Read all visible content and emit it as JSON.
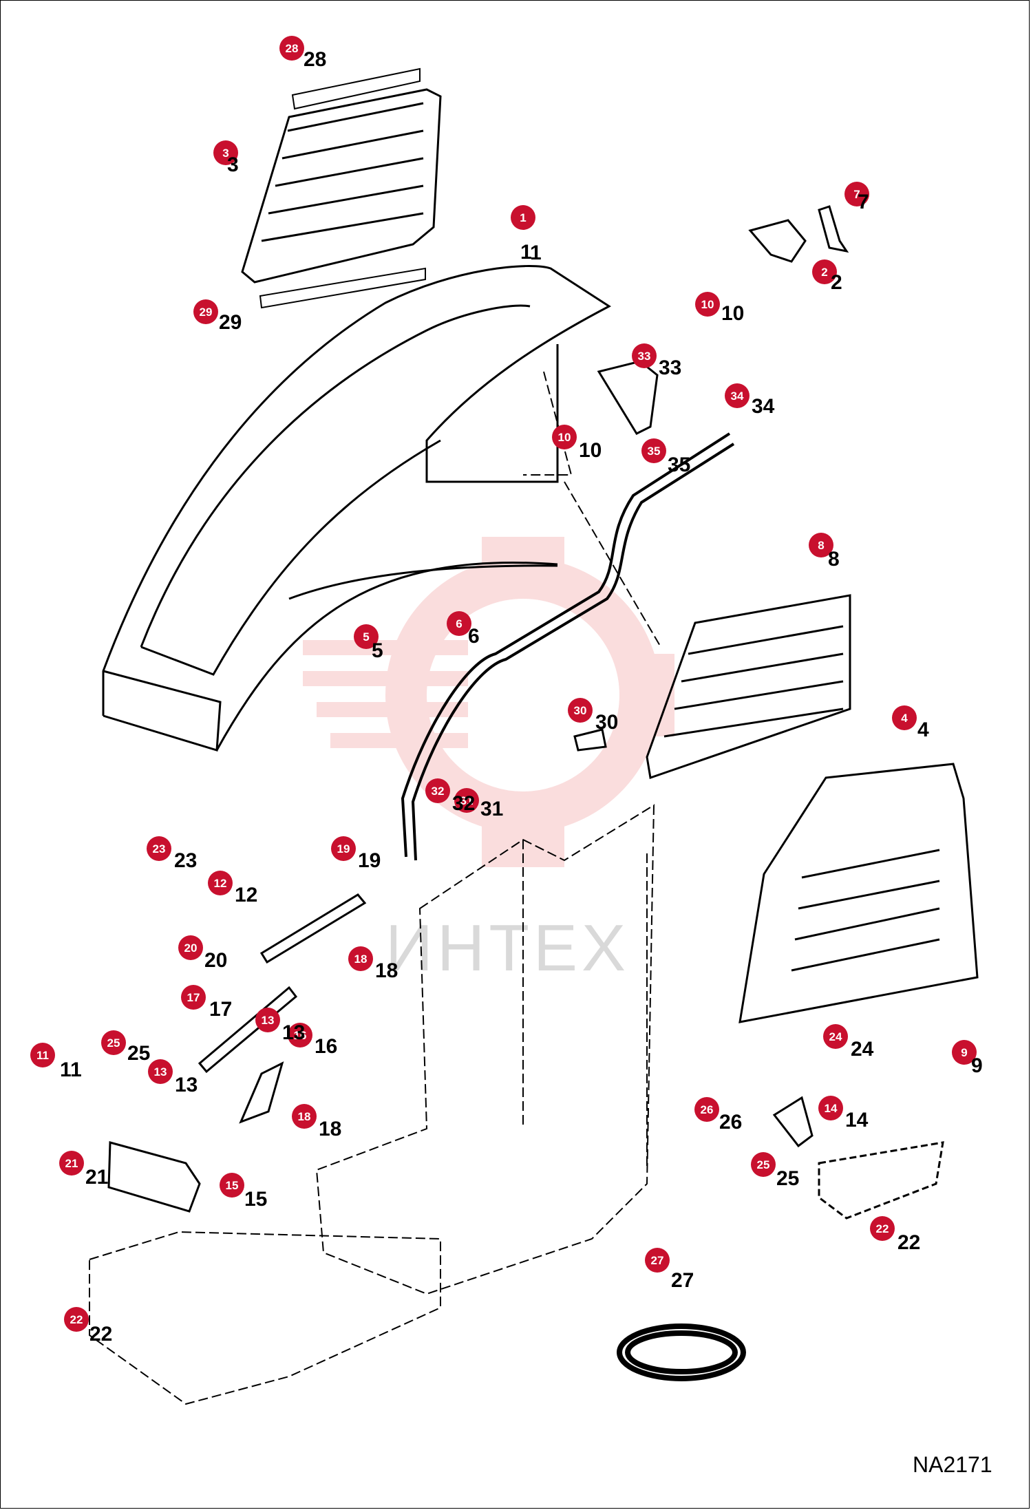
{
  "figure_code": "NA2171",
  "watermark": "ИНТЕХ",
  "colors": {
    "callout_fill": "#c8102e",
    "callout_text": "#ffffff",
    "line": "#000000",
    "watermark": "#f4b4b4"
  },
  "callouts": [
    {
      "n": "28"
    },
    {
      "n": "3"
    },
    {
      "n": "1"
    },
    {
      "n": "7"
    },
    {
      "n": "2"
    },
    {
      "n": "10"
    },
    {
      "n": "29"
    },
    {
      "n": "33"
    },
    {
      "n": "34"
    },
    {
      "n": "10"
    },
    {
      "n": "35"
    },
    {
      "n": "8"
    },
    {
      "n": "5"
    },
    {
      "n": "6"
    },
    {
      "n": "30"
    },
    {
      "n": "4"
    },
    {
      "n": "31"
    },
    {
      "n": "32"
    },
    {
      "n": "23"
    },
    {
      "n": "19"
    },
    {
      "n": "12"
    },
    {
      "n": "20"
    },
    {
      "n": "18"
    },
    {
      "n": "17"
    },
    {
      "n": "13"
    },
    {
      "n": "16"
    },
    {
      "n": "11"
    },
    {
      "n": "25"
    },
    {
      "n": "13"
    },
    {
      "n": "18"
    },
    {
      "n": "21"
    },
    {
      "n": "15"
    },
    {
      "n": "24"
    },
    {
      "n": "9"
    },
    {
      "n": "26"
    },
    {
      "n": "14"
    },
    {
      "n": "25"
    },
    {
      "n": "22"
    },
    {
      "n": "27"
    },
    {
      "n": "22"
    }
  ],
  "part_labels": [
    "28",
    "3",
    "1",
    "7",
    "2",
    "10",
    "29",
    "33",
    "34",
    "10",
    "35",
    "8",
    "5",
    "6",
    "30",
    "4",
    "31",
    "32",
    "23",
    "19",
    "12",
    "20",
    "18",
    "17",
    "13",
    "16",
    "11",
    "25",
    "13",
    "18",
    "21",
    "15",
    "24",
    "9",
    "26",
    "14",
    "25",
    "22",
    "27",
    "22",
    "1"
  ]
}
